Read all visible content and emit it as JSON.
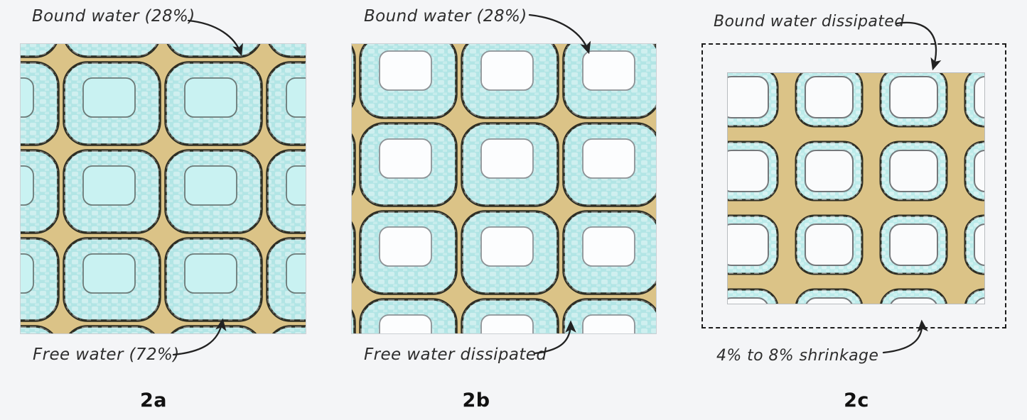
{
  "figure": {
    "panels": [
      {
        "id": "2a",
        "caption": "2a",
        "top_label": "Bound water (28%)",
        "bottom_label": "Free water (72%)",
        "state": "green wood: cell walls saturated (bound water), lumens full (free water)"
      },
      {
        "id": "2b",
        "caption": "2b",
        "top_label": "Bound water (28%)",
        "bottom_label": "Free water dissipated",
        "state": "fiber saturation point: lumens empty, cell walls still saturated"
      },
      {
        "id": "2c",
        "caption": "2c",
        "top_label": "Bound water dissipated",
        "bottom_label": "4% to 8% shrinkage",
        "state": "dried wood: cell walls dried and shrunken inside original outline (dashed)"
      }
    ]
  },
  "colors": {
    "page_background": "#f4f5f7",
    "intercellular_tan": "#dbc387",
    "cell_wall_cyan": "#b2e5e5",
    "cell_wall_cyan_2c": "#bcebea",
    "wall_texture_spot": "#ffffff",
    "lumen_water_cyan": "#c9f2f2",
    "lumen_empty_white": "#fcfdfe",
    "cell_outline_dark": "#2e2e24",
    "annotation_ink": "#222222"
  }
}
